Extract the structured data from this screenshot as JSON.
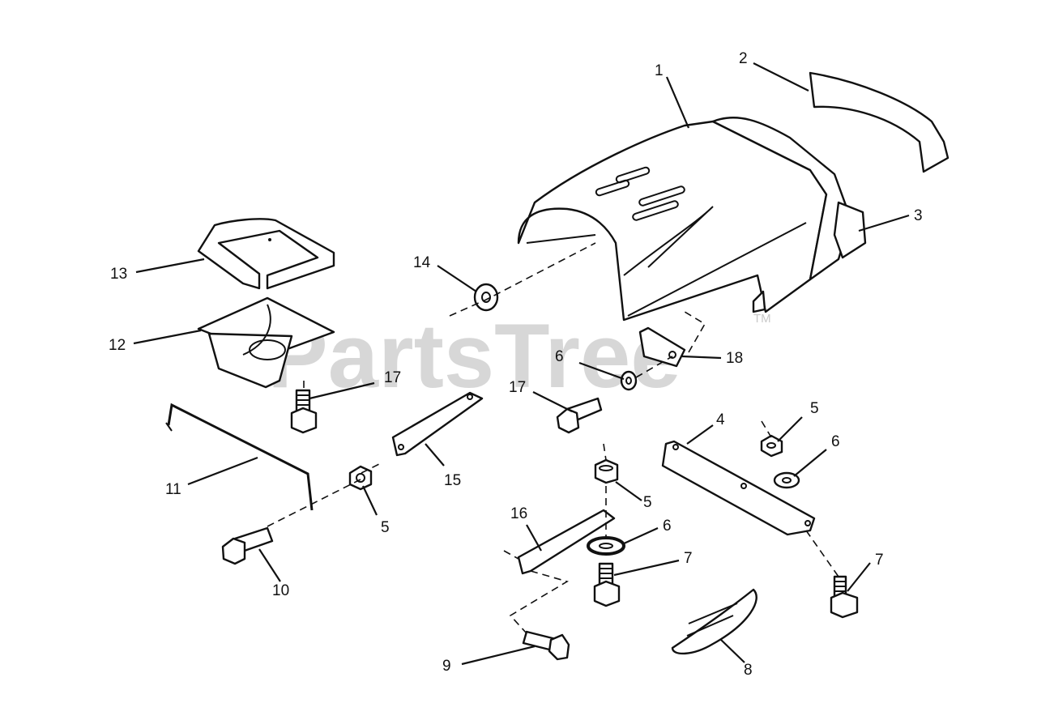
{
  "watermark": {
    "text": "PartsTree",
    "trademark": "TM"
  },
  "callouts": [
    {
      "id": "c1",
      "label": "1",
      "part": "hood"
    },
    {
      "id": "c2",
      "label": "2",
      "part": "grille-insert"
    },
    {
      "id": "c3",
      "label": "3",
      "part": "headlight"
    },
    {
      "id": "c4",
      "label": "4",
      "part": "hinge-bracket"
    },
    {
      "id": "c5a",
      "label": "5",
      "part": "nut"
    },
    {
      "id": "c5b",
      "label": "5",
      "part": "nut"
    },
    {
      "id": "c5c",
      "label": "5",
      "part": "nut"
    },
    {
      "id": "c6a",
      "label": "6",
      "part": "washer"
    },
    {
      "id": "c6b",
      "label": "6",
      "part": "washer"
    },
    {
      "id": "c6c",
      "label": "6",
      "part": "washer"
    },
    {
      "id": "c7a",
      "label": "7",
      "part": "bolt"
    },
    {
      "id": "c7b",
      "label": "7",
      "part": "bolt"
    },
    {
      "id": "c8",
      "label": "8",
      "part": "decal"
    },
    {
      "id": "c9",
      "label": "9",
      "part": "bolt"
    },
    {
      "id": "c10",
      "label": "10",
      "part": "bolt"
    },
    {
      "id": "c11",
      "label": "11",
      "part": "support-rod"
    },
    {
      "id": "c12",
      "label": "12",
      "part": "light-housing"
    },
    {
      "id": "c13",
      "label": "13",
      "part": "lens-bezel"
    },
    {
      "id": "c14",
      "label": "14",
      "part": "grommet"
    },
    {
      "id": "c15",
      "label": "15",
      "part": "rod-bracket"
    },
    {
      "id": "c16",
      "label": "16",
      "part": "bracket"
    },
    {
      "id": "c17a",
      "label": "17",
      "part": "bolt"
    },
    {
      "id": "c17b",
      "label": "17",
      "part": "bolt"
    },
    {
      "id": "c18",
      "label": "18",
      "part": "clip"
    }
  ]
}
